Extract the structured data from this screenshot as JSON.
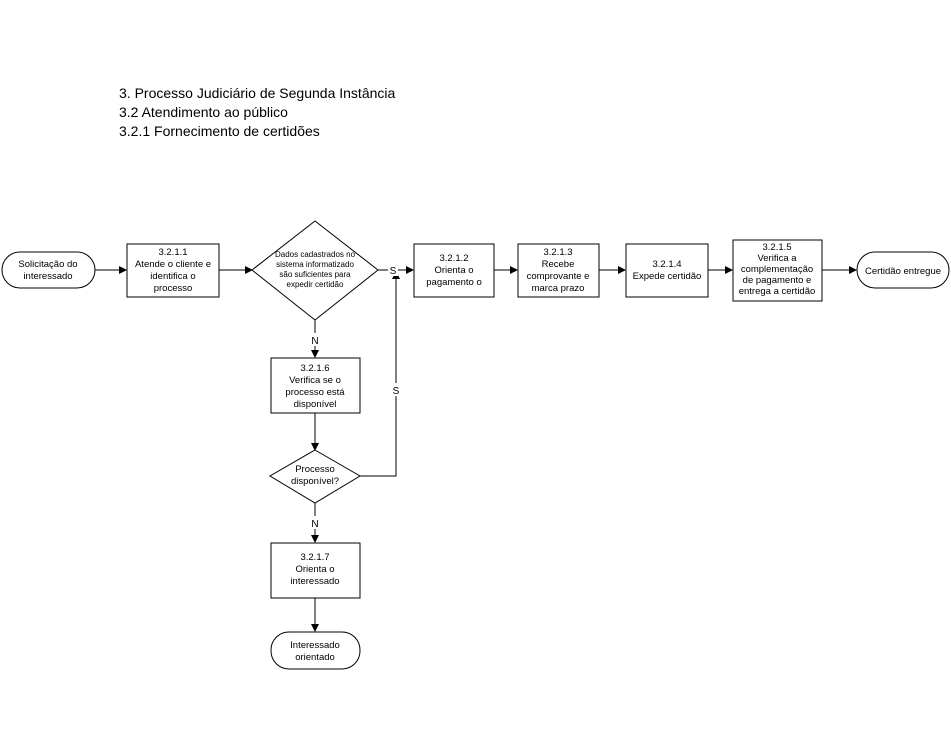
{
  "header": {
    "line1": "3. Processo Judiciário de Segunda Instância",
    "line2": "3.2 Atendimento ao público",
    "line3": "3.2.1 Fornecimento de certidões"
  },
  "nodes": {
    "start": [
      "Solicitação do",
      "interessado"
    ],
    "t3211": [
      "3.2.1.1",
      "Atende o cliente e",
      "identifica  o",
      "processo"
    ],
    "d_dados": [
      "Dados cadastrados no",
      "sistema informatizado",
      "são suficientes para",
      "expedir  certidão"
    ],
    "t3212": [
      "3.2.1.2",
      "Orienta o",
      "pagamento o"
    ],
    "t3213": [
      "3.2.1.3",
      "Recebe",
      "comprovante e",
      "marca prazo"
    ],
    "t3214": [
      "3.2.1.4",
      "Expede certidão"
    ],
    "t3215": [
      "3.2.1.5",
      "Verifica a",
      "complementação",
      "de pagamento e",
      "entrega a certidão"
    ],
    "end_cert": [
      "Certidão entregue"
    ],
    "t3216": [
      "3.2.1.6",
      "Verifica se o",
      "processo está",
      "disponível"
    ],
    "d_proc": [
      "Processo",
      "disponível?"
    ],
    "t3217": [
      "3.2.1.7",
      "Orienta o",
      "interessado"
    ],
    "end_int": [
      "Interessado",
      "orientado"
    ]
  },
  "edge_labels": {
    "s1": "S",
    "n1": "N",
    "s2": "S",
    "n2": "N"
  }
}
